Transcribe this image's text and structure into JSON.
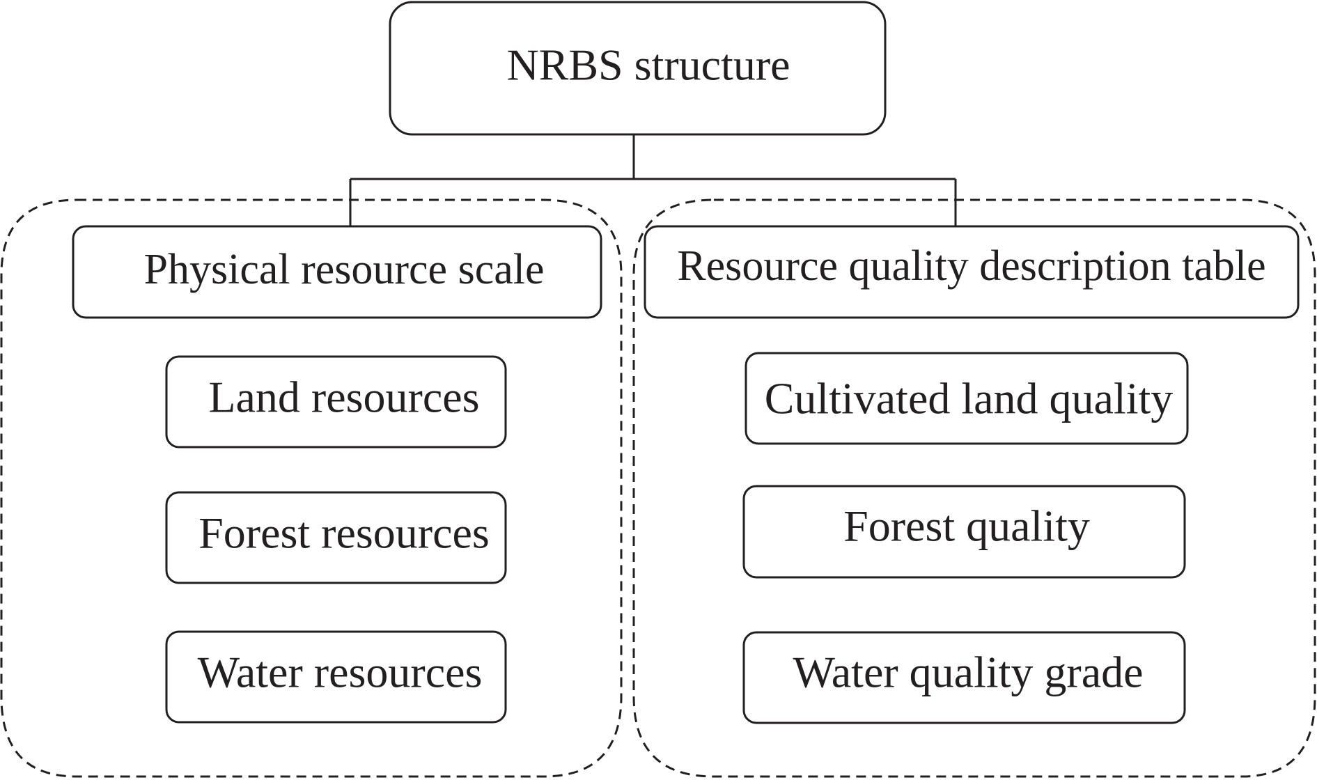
{
  "root": {
    "label": "NRBS structure"
  },
  "groups": [
    {
      "header": "Physical resource scale",
      "items": [
        "Land resources",
        "Forest resources",
        "Water resources"
      ]
    },
    {
      "header": "Resource quality description table",
      "items": [
        "Cultivated land quality",
        "Forest quality",
        "Water quality grade"
      ]
    }
  ],
  "colors": {
    "stroke": "#231f20",
    "background": "#ffffff"
  }
}
